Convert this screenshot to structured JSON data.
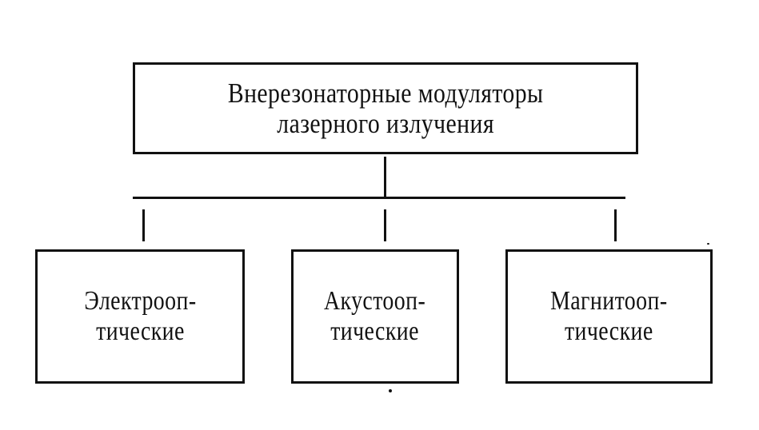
{
  "diagram": {
    "root": {
      "label": "Внерезонаторные модуляторы\nлазерного излучения"
    },
    "children": [
      {
        "label": "Электрооп-\nтические"
      },
      {
        "label": "Акустооп-\nтические"
      },
      {
        "label": "Магнитооп-\nтические"
      }
    ]
  },
  "colors": {
    "ink": "#111111",
    "paper": "#ffffff"
  }
}
